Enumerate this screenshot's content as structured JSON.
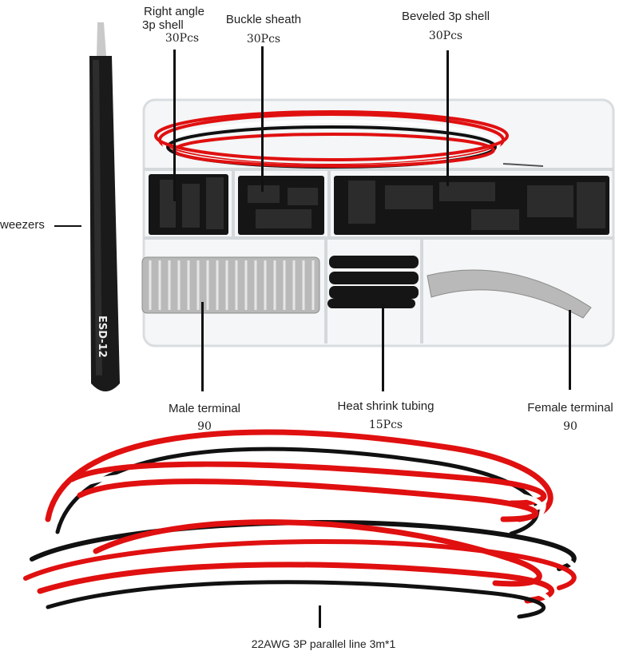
{
  "labels": {
    "tweezers": {
      "line1": "weezers"
    },
    "right_angle": {
      "line1": "Right angle",
      "line2": "3p  shell",
      "count": "30Pcs"
    },
    "buckle": {
      "line1": "Buckle sheath",
      "count": "30Pcs"
    },
    "beveled": {
      "line1": "Beveled 3p shell",
      "count": "30Pcs"
    },
    "male": {
      "line1": "Male terminal",
      "count": "90"
    },
    "heat_shrink": {
      "line1": "Heat shrink tubing",
      "count": "15Pcs"
    },
    "female": {
      "line1": "Female terminal",
      "count": "90"
    },
    "wire": {
      "line1": "22AWG 3P parallel line 3m*1"
    }
  },
  "tweezers_marking": "ESD-12",
  "colors": {
    "wire_red": "#e01010",
    "wire_white": "#ffffff",
    "wire_black": "#111111",
    "box_frame": "#d9dde0",
    "metal": "#b9b9b9"
  }
}
